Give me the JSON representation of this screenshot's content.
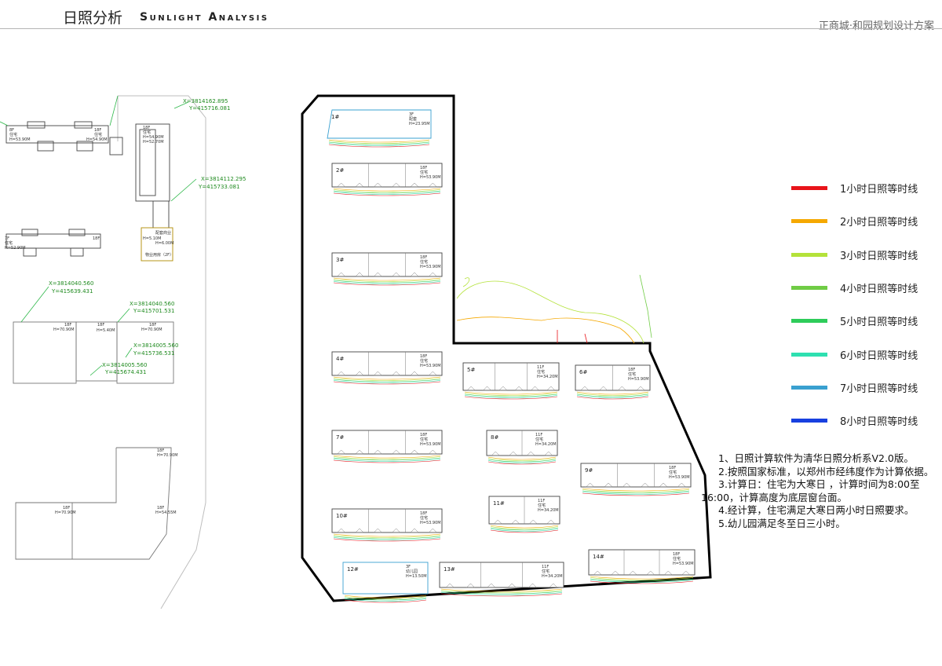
{
  "header": {
    "title_cn": "日照分析",
    "title_en": "Sunlight Analysis",
    "project": "正商城·和园规划设计方案"
  },
  "legend": [
    {
      "label": "1小时日照等时线",
      "color": "#e8141a"
    },
    {
      "label": "2小时日照等时线",
      "color": "#f5a800"
    },
    {
      "label": "3小时日照等时线",
      "color": "#b4e23a"
    },
    {
      "label": "4小时日照等时线",
      "color": "#70cc45"
    },
    {
      "label": "5小时日照等时线",
      "color": "#2ecc5a"
    },
    {
      "label": "6小时日照等时线",
      "color": "#2ee0b0"
    },
    {
      "label": "7小时日照等时线",
      "color": "#3aa0d0"
    },
    {
      "label": "8小时日照等时线",
      "color": "#1840e0"
    }
  ],
  "notes": [
    "1、日照计算软件为清华日照分析系V2.0版。",
    "2.按照国家标准，以郑州市经纬度作为计算依据。",
    "3.计算日：住宅为大寒日 ，计算时间为8:00至16:00，计算高度为底层窗台面。",
    "4.经计算，住宅满足大寒日两小时日照要求。",
    "5.幼儿园满足冬至日三小时。"
  ],
  "buildings": [
    {
      "id": "b1",
      "label": "1#",
      "info1": "3F",
      "info2": "配套",
      "info3": "H=23.95M"
    },
    {
      "id": "b2",
      "label": "2#",
      "info1": "18F",
      "info2": "住宅",
      "info3": "H=53.90M"
    },
    {
      "id": "b3",
      "label": "3#",
      "info1": "18F",
      "info2": "住宅",
      "info3": "H=53.90M"
    },
    {
      "id": "b4",
      "label": "4#",
      "info1": "18F",
      "info2": "住宅",
      "info3": "H=53.90M"
    },
    {
      "id": "b5",
      "label": "5#",
      "info1": "11F",
      "info2": "住宅",
      "info3": "H=34.20M"
    },
    {
      "id": "b6",
      "label": "6#",
      "info1": "18F",
      "info2": "住宅",
      "info3": "H=53.90M"
    },
    {
      "id": "b7",
      "label": "7#",
      "info1": "18F",
      "info2": "住宅",
      "info3": "H=53.90M"
    },
    {
      "id": "b8",
      "label": "8#",
      "info1": "11F",
      "info2": "住宅",
      "info3": "H=34.20M"
    },
    {
      "id": "b9",
      "label": "9#",
      "info1": "18F",
      "info2": "住宅",
      "info3": "H=53.90M"
    },
    {
      "id": "b10",
      "label": "10#",
      "info1": "18F",
      "info2": "住宅",
      "info3": "H=53.90M"
    },
    {
      "id": "b11",
      "label": "11#",
      "info1": "11F",
      "info2": "住宅",
      "info3": "H=34.20M"
    },
    {
      "id": "b12",
      "label": "12#",
      "info1": "3F",
      "info2": "幼儿园",
      "info3": "H=13.50M"
    },
    {
      "id": "b13",
      "label": "13#",
      "info1": "11F",
      "info2": "住宅",
      "info3": "H=34.20M"
    },
    {
      "id": "b14",
      "label": "14#",
      "info1": "18F",
      "info2": "住宅",
      "info3": "H=53.90M"
    }
  ],
  "surroundings": {
    "coords": [
      {
        "x": "X=3814162.895",
        "y": "Y=415716.081"
      },
      {
        "x": "X=3814112.295",
        "y": "Y=415733.081"
      },
      {
        "x": "X=3814040.560",
        "y": "Y=415639.431"
      },
      {
        "x": "X=3814040.560",
        "y": "Y=415701.531"
      },
      {
        "x": "X=3814005.560",
        "y": "Y=415736.531"
      },
      {
        "x": "X=3814005.560",
        "y": "Y=415674.431"
      }
    ],
    "labels": {
      "t_left_floor": "8F",
      "t_left_use": "住宅",
      "t_left_h": "H=53.90M",
      "t_right_floor": "18F",
      "t_right_use": "住宅",
      "t_right_h": "H=54.90M",
      "v_floor": "18F",
      "v_use": "住宅",
      "v_h": "H=54.90M",
      "v_h2": "H=52.70M",
      "small_use": "配套商业",
      "small_h1": "H=5.10M",
      "small_h2": "H=6.00M",
      "small_caption": "物业用房（2F）",
      "l2_floor": "7F",
      "l2_use": "住宅",
      "l2_h": "H=52.90M",
      "l2_floor_right": "18F",
      "grid_a_floor": "18F",
      "grid_a_h": "H=5.40M",
      "grid_b_floor": "18F",
      "grid_b_h": "H=70.90M",
      "grid_c_h": "H=70.90M",
      "low_a_floor": "18F",
      "low_a_h": "H=70.90M",
      "low_b_floor": "18F",
      "low_b_h": "H=70.90M",
      "low_c_floor": "18F",
      "low_c_h": "H=54.55M"
    }
  }
}
